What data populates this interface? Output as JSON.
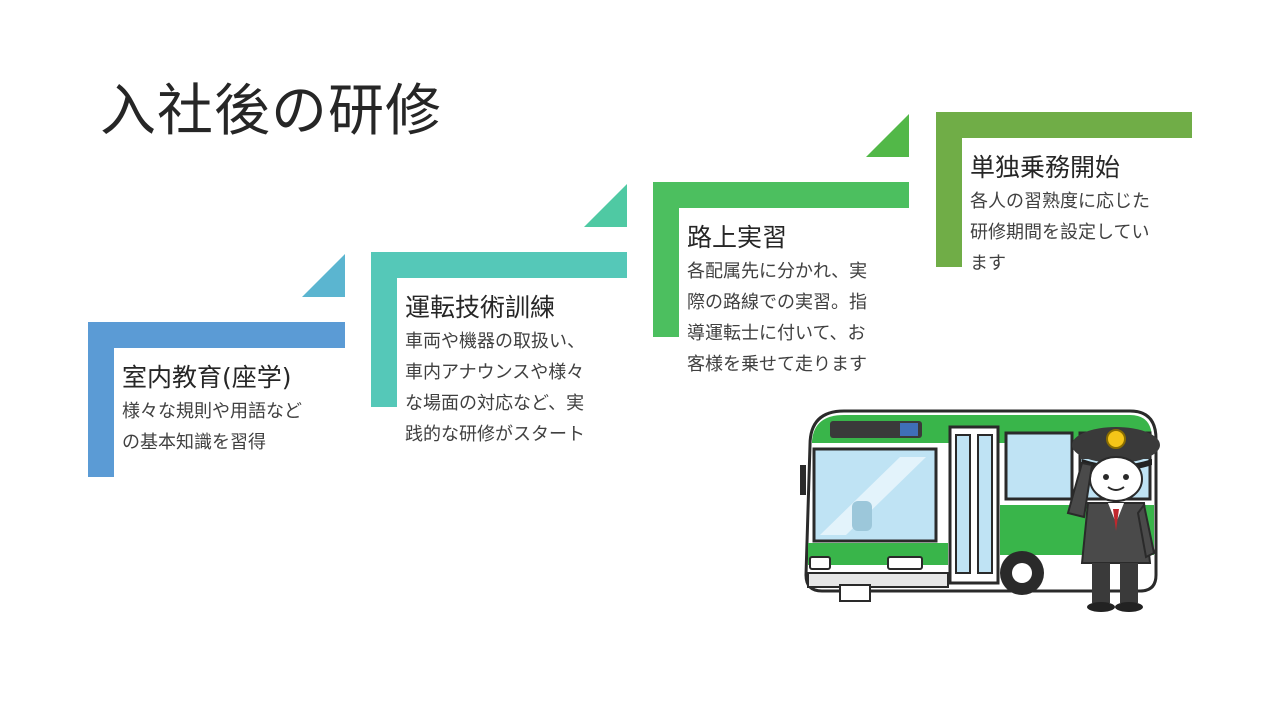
{
  "slide": {
    "title": "入社後の研修"
  },
  "steps": [
    {
      "title": "室内教育(座学)",
      "desc_lines": [
        "様々な規則や用語など",
        "の基本知識を習得"
      ],
      "color": "#5b9bd5",
      "tri_color": "#5bb5d0"
    },
    {
      "title": "運転技術訓練",
      "desc_lines": [
        "車両や機器の取扱い、",
        "車内アナウンスや様々",
        "な場面の対応など、実",
        "践的な研修がスタート"
      ],
      "color": "#55c8b8",
      "tri_color": "#4fc9a3"
    },
    {
      "title": "路上実習",
      "desc_lines": [
        "各配属先に分かれ、実",
        "際の路線での実習。指",
        "導運転士に付いて、お",
        "客様を乗せて走ります"
      ],
      "color": "#4cbf5f",
      "tri_color": "#52b848"
    },
    {
      "title": "単独乗務開始",
      "desc_lines": [
        "各人の習熟度に応じた",
        "研修期間を設定してい",
        "ます"
      ],
      "color": "#70ad47"
    }
  ],
  "illustration": {
    "icons": [
      "bus-icon",
      "bus-driver-icon"
    ],
    "bus_color": "#39b54a",
    "cap_badge_color": "#f5c518"
  }
}
